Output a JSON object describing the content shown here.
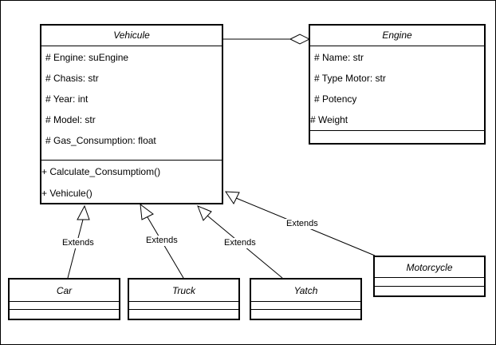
{
  "classes": {
    "vehicule": {
      "name": "Vehicule",
      "attributes": [
        "# Engine: suEngine",
        "# Chasis: str",
        "# Year: int",
        "# Model: str",
        "# Gas_Consumption: float"
      ],
      "methods": [
        "+ Calculate_Consumptiom()",
        "+ Vehicule()"
      ]
    },
    "engine": {
      "name": "Engine",
      "attributes": [
        "# Name: str",
        "# Type Motor: str",
        "# Potency",
        "# Weight"
      ]
    },
    "car": {
      "name": "Car"
    },
    "truck": {
      "name": "Truck"
    },
    "yatch": {
      "name": "Yatch"
    },
    "motorcycle": {
      "name": "Motorcycle"
    }
  },
  "relations": {
    "extends_label": "Extends",
    "aggregation": {
      "from": "Vehicule",
      "to": "Engine"
    }
  }
}
